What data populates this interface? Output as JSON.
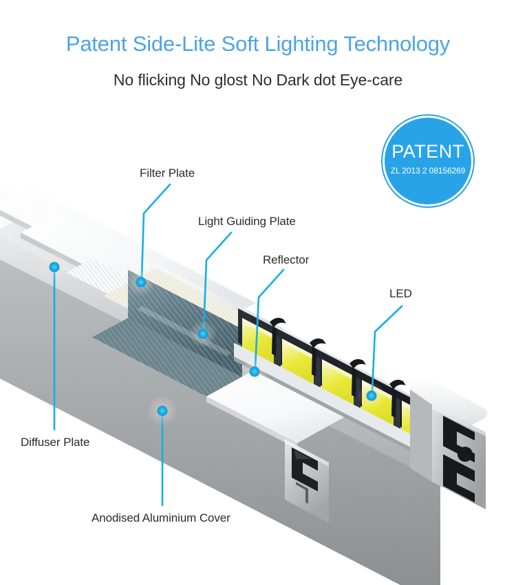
{
  "header": {
    "title": "Patent Side-Lite Soft Lighting Technology",
    "subtitle": "No flicking No glost No Dark dot Eye-care",
    "title_color": "#4BA3E8",
    "subtitle_color": "#2d2d2d"
  },
  "patent_badge": {
    "word": "PATENT",
    "number": "ZL 2013 2 08156269",
    "fill_color": "#29A3E8",
    "ring_color": "#ffffff"
  },
  "callouts": {
    "filter_plate": "Filter Plate",
    "light_guiding_plate": "Light Guiding Plate",
    "reflector": "Reflector",
    "led": "LED",
    "diffuser_plate": "Diffuser Plate",
    "anodised_aluminium_cover": "Anodised Aluminium Cover"
  },
  "diagram": {
    "type": "cutaway-isometric-product-diagram",
    "subject": "LED linear lighting profile cutaway",
    "leader_line_color": "#14AEE8",
    "leader_dot_color": "#14AEE8",
    "components": [
      {
        "name": "Filter Plate",
        "dot": [
          205,
          410
        ],
        "material": "translucent white sheet"
      },
      {
        "name": "Light Guiding Plate",
        "dot": [
          295,
          485
        ],
        "material": "ribbed dark teal acrylic panel"
      },
      {
        "name": "Reflector",
        "dot": [
          370,
          540
        ],
        "material": "white reflective sheet"
      },
      {
        "name": "LED",
        "dot": [
          540,
          575
        ],
        "material": "yellow phosphor SMD chips on strip"
      },
      {
        "name": "Diffuser Plate",
        "dot": [
          79,
          388
        ],
        "material": "opal white diffuser"
      },
      {
        "name": "Anodised Aluminium Cover",
        "dot": [
          236,
          597
        ],
        "material": "brushed anodised aluminium extrusion"
      }
    ],
    "colors": {
      "aluminium_light": "#f2f3f4",
      "aluminium_mid": "#c9ccce",
      "aluminium_dark": "#8f9396",
      "led_phosphor": "#eded3a",
      "led_phosphor_bright": "#fbfbe8",
      "light_guide": "#5d7a86",
      "channel_dark": "#1c1c1c"
    }
  }
}
